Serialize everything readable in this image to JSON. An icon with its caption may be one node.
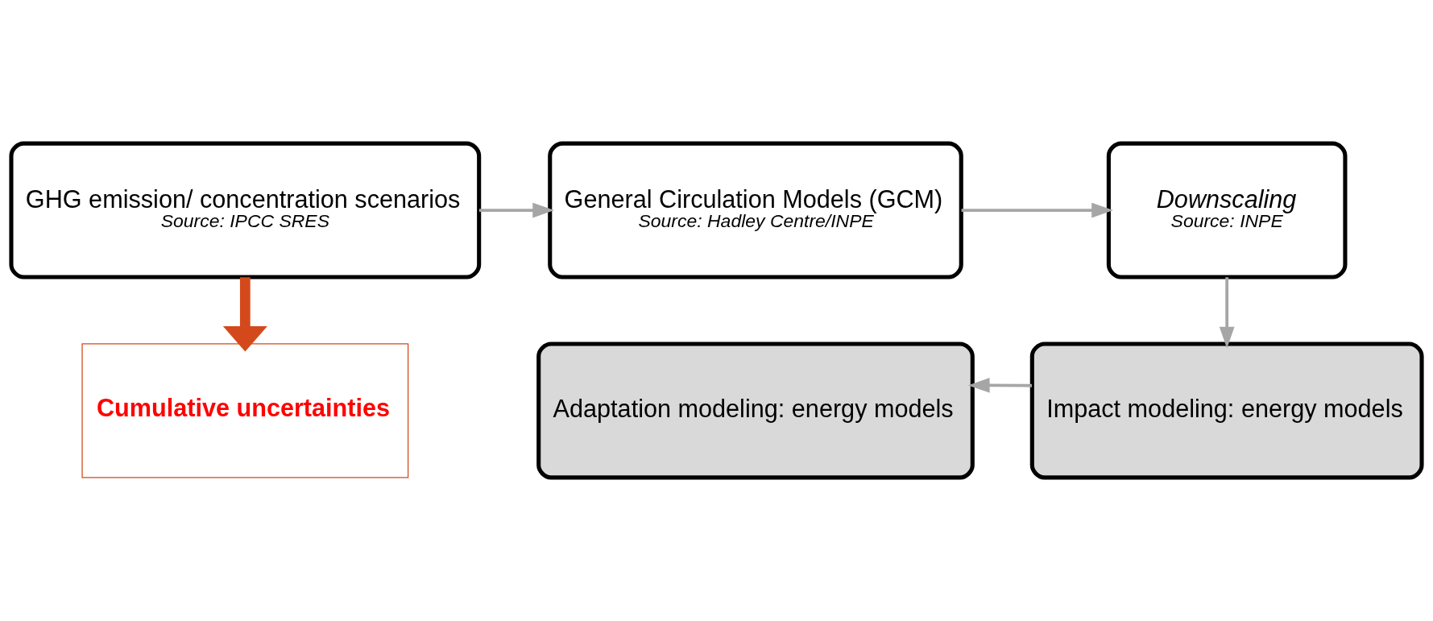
{
  "diagram": {
    "nodes": [
      {
        "text": [
          "GHG emission/ concentration scenarios",
          "Source: IPCC SRES"
        ]
      },
      {
        "text": [
          "General Circulation Models (GCM)",
          "Source: Hadley Centre/INPE"
        ]
      },
      {
        "text": [
          "Downscaling",
          "Source: INPE"
        ]
      },
      {
        "text": [
          "Impact modeling: energy models"
        ]
      },
      {
        "text": [
          "Adaptation modeling: energy models"
        ]
      },
      {
        "text": [
          "Cumulative uncertainties"
        ]
      }
    ],
    "edges": [
      {
        "from": 0,
        "to": 1,
        "arrow": "to"
      },
      {
        "from": 1,
        "to": 2,
        "arrow": "to"
      },
      {
        "from": 2,
        "to": 3,
        "arrow": "to"
      },
      {
        "from": 3,
        "to": 4,
        "arrow": "to"
      },
      {
        "from": 0,
        "to": 5,
        "arrow": "to",
        "style": "thick",
        "color": "#d4491b"
      }
    ]
  }
}
